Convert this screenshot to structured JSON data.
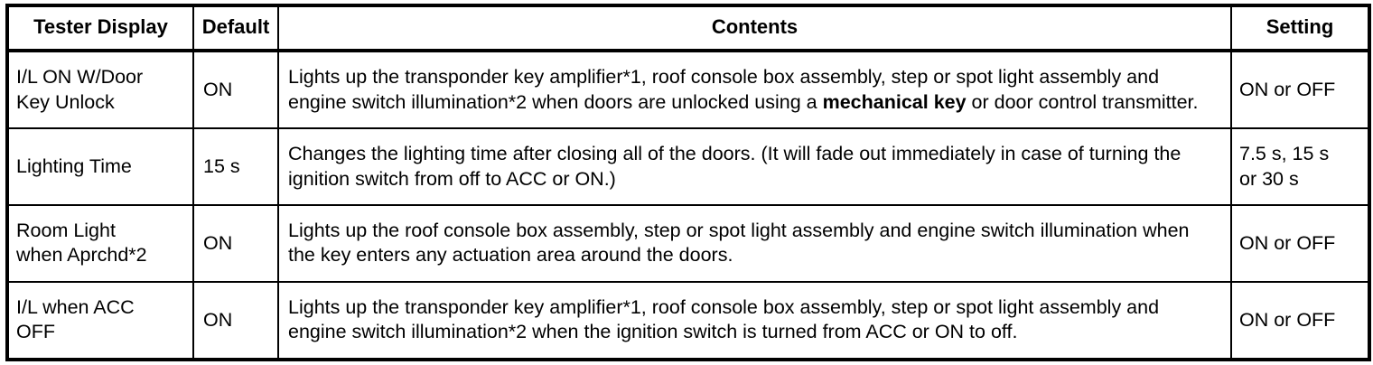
{
  "table": {
    "headers": [
      {
        "label": "Tester Display",
        "align": "center"
      },
      {
        "label": "Default",
        "align": "center"
      },
      {
        "label": "Contents",
        "align": "center"
      },
      {
        "label": "Setting",
        "align": "center"
      }
    ],
    "rows": [
      {
        "display": "I/L ON W/Door\nKey Unlock",
        "default": "ON",
        "contents_pre": "Lights up the transponder key amplifier*1, roof console box assembly, step or spot light assembly and engine switch illumination*2 when doors are unlocked using a ",
        "contents_bold": "mechanical key",
        "contents_post": " or door control transmitter.",
        "setting": "ON or OFF"
      },
      {
        "display": "Lighting Time",
        "default": "15 s",
        "contents_pre": "Changes the lighting time after closing all of the doors. (It will fade out immediately in case of turning the ignition switch from off to ACC or ON.)",
        "contents_bold": "",
        "contents_post": "",
        "setting": "7.5 s, 15 s\nor 30 s"
      },
      {
        "display": "Room Light\nwhen Aprchd*2",
        "default": "ON",
        "contents_pre": "Lights up the roof console box assembly, step or spot light assembly and engine switch illumination when the key enters any actuation area around the doors.",
        "contents_bold": "",
        "contents_post": "",
        "setting": "ON or OFF"
      },
      {
        "display": "I/L when ACC\nOFF",
        "default": "ON",
        "contents_pre": "Lights up the transponder key amplifier*1, roof console box assembly, step or spot light assembly and engine switch illumination*2 when the ignition switch is turned from ACC or ON to off.",
        "contents_bold": "",
        "contents_post": "",
        "setting": "ON or OFF"
      }
    ]
  },
  "colors": {
    "border": "#000000",
    "text": "#000000",
    "background": "#ffffff"
  }
}
